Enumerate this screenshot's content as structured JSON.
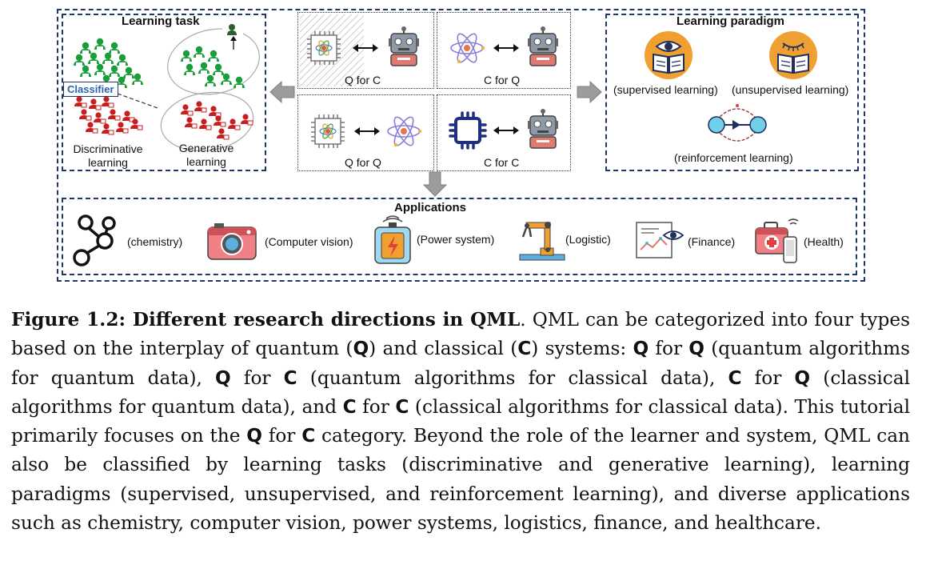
{
  "figure": {
    "learning_task": {
      "title": "Learning task",
      "classifier_label": "Classifier",
      "discriminative_label_1": "Discriminative",
      "discriminative_label_2": "learning",
      "generative_label_1": "Generative",
      "generative_label_2": "learning"
    },
    "quadrants": {
      "q_for_c": "Q for C",
      "c_for_q": "C for Q",
      "q_for_q": "Q for Q",
      "c_for_c": "C for C"
    },
    "learning_paradigm": {
      "title": "Learning paradigm",
      "supervised": "(supervised learning)",
      "unsupervised": "(unsupervised learning)",
      "reinforcement": "(reinforcement learning)"
    },
    "applications": {
      "title": "Applications",
      "items": [
        {
          "label": "(chemistry)",
          "icon": "molecule-icon"
        },
        {
          "label": "(Computer vision)",
          "icon": "camera-icon"
        },
        {
          "label": "(Power system)",
          "icon": "battery-icon"
        },
        {
          "label": "(Logistic)",
          "icon": "robot-arm-icon"
        },
        {
          "label": "(Finance)",
          "icon": "finance-chart-icon"
        },
        {
          "label": "(Health)",
          "icon": "medical-kit-icon"
        }
      ]
    },
    "colors": {
      "border_navy": "#1f3863",
      "arrow_gray": "#9c9c9c",
      "green_people": "#1a9e3c",
      "red_people": "#c81e1e",
      "orange_circle": "#f0a030"
    }
  },
  "caption": {
    "figure_label": "Figure 1.2: Different research directions in QML",
    "s1": ". QML can be categorized into four types based on the interplay of quantum (",
    "Q": "Q",
    "C": "C",
    "for": " for ",
    "s2": ") and classical (",
    "s3": ") systems: ",
    "s4": " (quantum algorithms for quantum data), ",
    "s5": " (quantum algorithms for classical data), ",
    "s6": " (classical algorithms for quantum data), and ",
    "s7": " (classical algorithms for classical data). This tutorial primarily focuses on the ",
    "s8": " category. Beyond the role of the learner and system, QML can also be classified by learning tasks (discriminative and generative learning), learning paradigms (supervised, unsupervised, and reinforcement learning), and diverse applications such as chemistry, computer vision, power systems, logistics, finance, and healthcare."
  }
}
